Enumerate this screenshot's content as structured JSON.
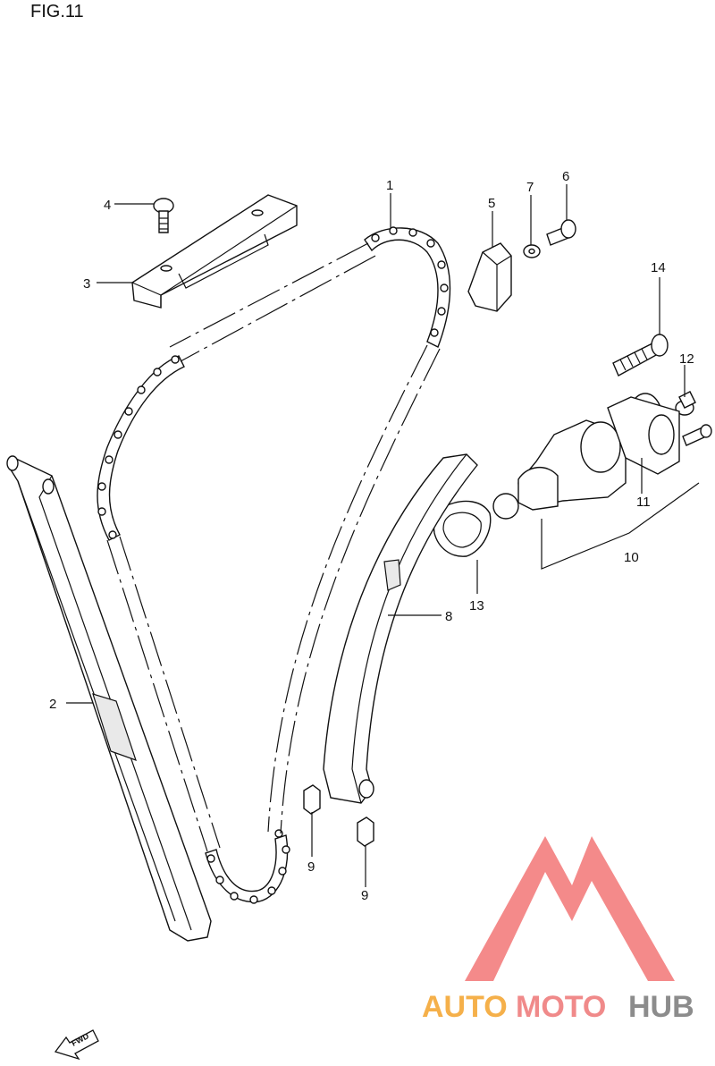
{
  "figure": {
    "title": "FIG.11"
  },
  "callouts": {
    "p1": "1",
    "p2": "2",
    "p3": "3",
    "p4": "4",
    "p5": "5",
    "p6": "6",
    "p7": "7",
    "p8": "8",
    "p9a": "9",
    "p9b": "9",
    "p10": "10",
    "p11": "11",
    "p12": "12",
    "p13": "13",
    "p14": "14"
  },
  "direction_marker": {
    "label": "FWD"
  },
  "watermark": {
    "part1": "AUTO",
    "part2": "MOTO",
    "part3": "HUB",
    "colors": {
      "auto": "#f5b04a",
      "moto": "#f08a8a",
      "hub": "#8c8c8c",
      "logo": "#f48a8a"
    }
  }
}
